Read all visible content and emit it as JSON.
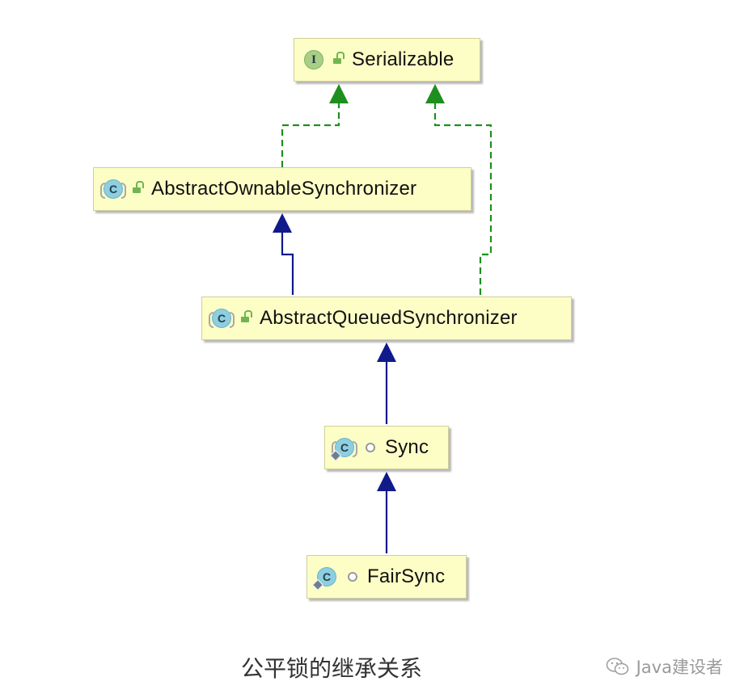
{
  "nodes": {
    "serializable": {
      "name": "Serializable",
      "kind": "interface",
      "icon_letter": "I"
    },
    "aos": {
      "name": "AbstractOwnableSynchronizer",
      "kind": "abstract class",
      "icon_letter": "C"
    },
    "aqs": {
      "name": "AbstractQueuedSynchronizer",
      "kind": "abstract class",
      "icon_letter": "C"
    },
    "sync": {
      "name": "Sync",
      "kind": "abstract class",
      "icon_letter": "C"
    },
    "fairsync": {
      "name": "FairSync",
      "kind": "class",
      "icon_letter": "C"
    }
  },
  "edges": [
    {
      "from": "AbstractOwnableSynchronizer",
      "to": "Serializable",
      "type": "implements",
      "style": "dashed",
      "color": "#1e8f1e"
    },
    {
      "from": "AbstractQueuedSynchronizer",
      "to": "Serializable",
      "type": "implements",
      "style": "dashed",
      "color": "#1e8f1e"
    },
    {
      "from": "AbstractQueuedSynchronizer",
      "to": "AbstractOwnableSynchronizer",
      "type": "extends",
      "style": "solid",
      "color": "#101a8a"
    },
    {
      "from": "Sync",
      "to": "AbstractQueuedSynchronizer",
      "type": "extends",
      "style": "solid",
      "color": "#101a8a"
    },
    {
      "from": "FairSync",
      "to": "Sync",
      "type": "extends",
      "style": "solid",
      "color": "#101a8a"
    }
  ],
  "colors": {
    "node_fill": "#fdfdc6",
    "implements": "#1e8f1e",
    "extends": "#101a8a"
  },
  "icons": {
    "interface": "interface-icon",
    "class": "class-icon",
    "public": "public-lock-icon",
    "package_private": "package-private-icon"
  },
  "caption": "公平锁的继承关系",
  "watermark": "Java建设者"
}
